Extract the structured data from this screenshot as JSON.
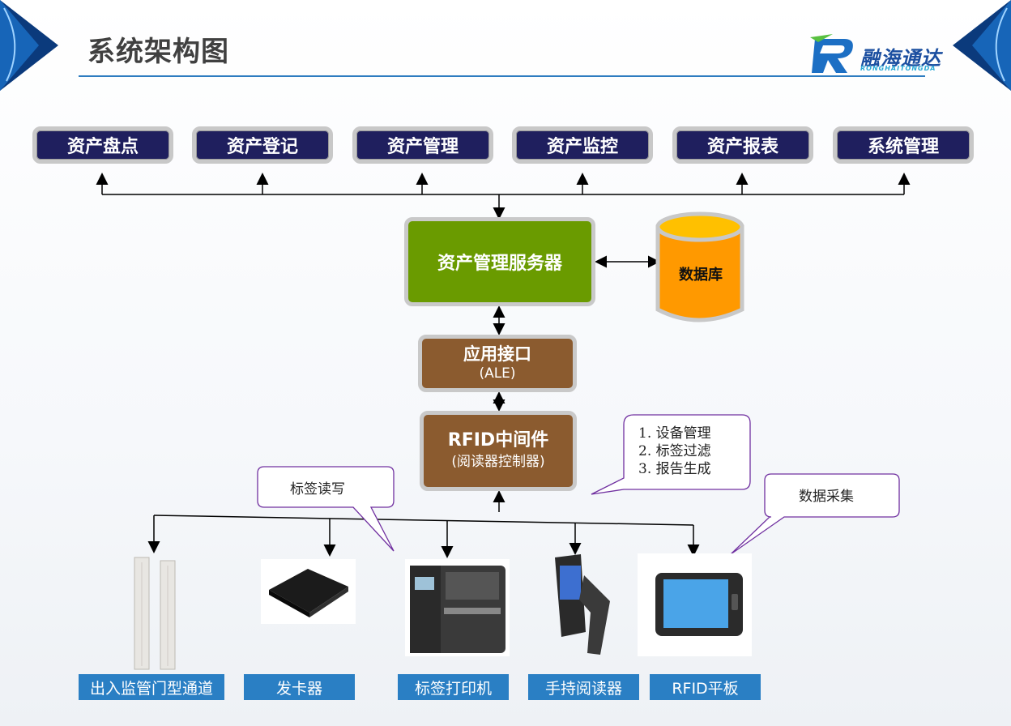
{
  "header": {
    "title": "系统架构图",
    "logo_name": "融海通达",
    "logo_sub": "RONGHAITONGDA"
  },
  "modules": [
    "资产盘点",
    "资产登记",
    "资产管理",
    "资产监控",
    "资产报表",
    "系统管理"
  ],
  "server": {
    "label": "资产管理服务器"
  },
  "database": {
    "label": "数据库"
  },
  "ale": {
    "label": "应用接口",
    "sub": "(ALE)"
  },
  "middleware": {
    "label": "RFID中间件",
    "sub": "(阅读器控制器)"
  },
  "callouts": {
    "middleware_functions": [
      "1. 设备管理",
      "2. 标签过滤",
      "3. 报告生成"
    ],
    "tag_rw": "标签读写",
    "data_collect": "数据采集"
  },
  "devices": [
    "出入监管门型通道",
    "发卡器",
    "标签打印机",
    "手持阅读器",
    "RFID平板"
  ],
  "colors": {
    "module_bg": "#1f1f5e",
    "server_bg": "#6a9b00",
    "middleware_bg": "#8b5b2f",
    "database_bg": "#ff9900",
    "device_label_bg": "#2a7fc4",
    "title_rule": "#2e7cc0",
    "callout_border": "#7030a0"
  }
}
